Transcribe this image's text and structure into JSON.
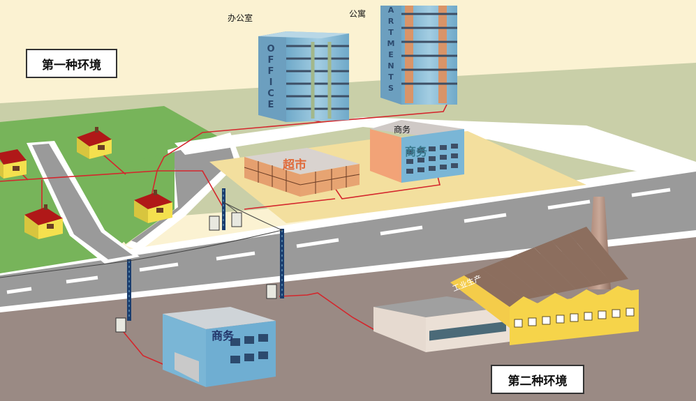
{
  "environments": {
    "first": "第一种环境",
    "second": "第二种环境"
  },
  "buildings": {
    "office_label": "办公室",
    "office_sign": [
      "O",
      "F",
      "F",
      "I",
      "C",
      "E"
    ],
    "apartment_label": "公寓",
    "apartment_sign": [
      "A",
      "R",
      "T",
      "M",
      "E",
      "N",
      "T",
      "S"
    ],
    "supermarket_sign": "超市",
    "business_top_label": "商务",
    "business_top_sign": "商务",
    "business_bottom_sign": "商务",
    "factory_sign": "工业生产"
  },
  "colors": {
    "sky": "#fbf2d2",
    "grass": "#78b65a",
    "grass_far": "#c8d0a8",
    "road": "#9c9c9c",
    "ground": "#9a8a84",
    "cable": "#d4262c",
    "wire": "#444444",
    "glass": "#7ab6d6",
    "brick": "#e0966a",
    "factory": "#f6d44a",
    "house_wall": "#f4e04e",
    "house_roof": "#b01818",
    "pole": "#1a3d6e"
  }
}
